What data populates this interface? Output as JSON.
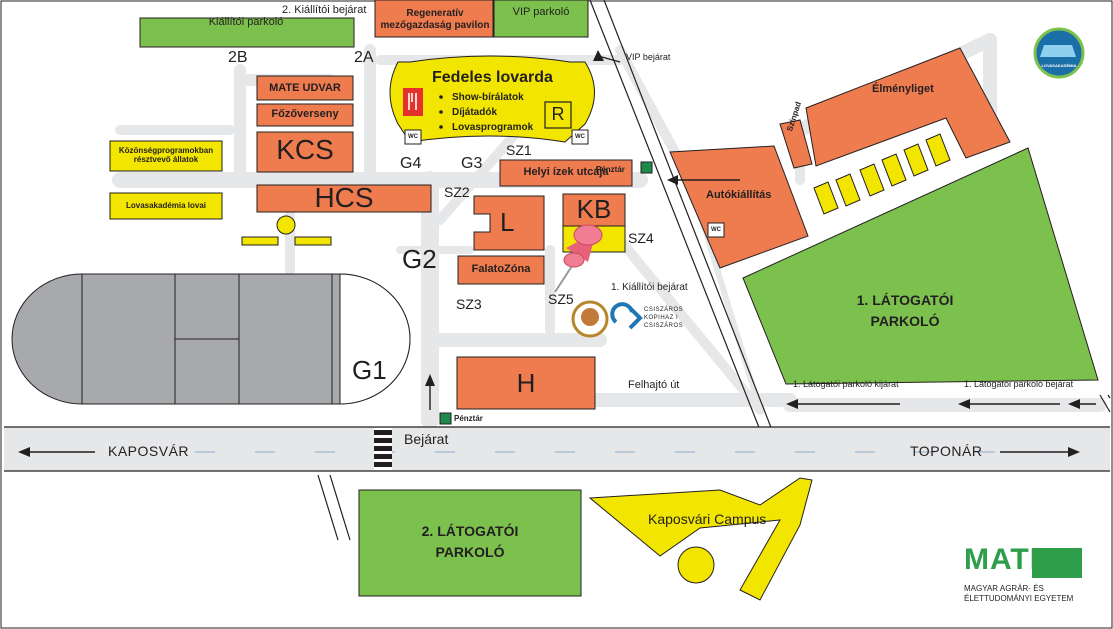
{
  "colors": {
    "orange": "#ee7c4e",
    "yellow": "#f2e500",
    "green": "#7cc04e",
    "gray": "#a7a9ac",
    "road": "#e6e7e8",
    "stroke": "#231f20",
    "pay": "#1e8a4a",
    "mate_green": "#2f9e4b"
  },
  "labels": {
    "kiallitoi_parkolo": "Kiállítói parkoló",
    "entrance2": "2. Kiállítói bejárat",
    "regen": "Regeneratív mezőgazdaság pavilon",
    "vip_parkolo": "VIP parkoló",
    "vip_bejarat": "VIP bejárat",
    "g2b": "2B",
    "g2a": "2A",
    "mate_udvar": "MATE UDVAR",
    "fozoverseny": "Főzőverseny",
    "kcs": "KCS",
    "hcs": "HCS",
    "kozonseg": "Közönségprogramokban résztvevő állatok",
    "lovak": "Lovasakadémia lovai",
    "fedeles": "Fedeles lovarda",
    "prog1": "Show-bírálatok",
    "prog2": "Díjátadók",
    "prog3": "Lovasprogramok",
    "r": "R",
    "wc": "WC",
    "g3": "G3",
    "g4": "G4",
    "sz1": "SZ1",
    "sz2": "SZ2",
    "sz3": "SZ3",
    "sz4": "SZ4",
    "sz5": "SZ5",
    "g1": "G1",
    "g2": "G2",
    "helyi": "Helyi ízek utcája",
    "l": "L",
    "kb": "KB",
    "falatozona": "FalatoZóna",
    "entrance1": "1. Kiállítói bejárat",
    "h": "H",
    "felhajto": "Felhajtó út",
    "penztar": "Pénztár",
    "bejarat": "Bejárat",
    "kaposvar": "KAPOSVÁR",
    "toponar": "TOPONÁR",
    "elmenyliget": "Élményliget",
    "szinpad": "Színpad",
    "autokiallitas": "Autókiállítás",
    "parking1": "1. LÁTOGATÓI PARKOLÓ",
    "parking1_exit": "1. Látogatói parkoló kijárat",
    "parking1_entry": "1. Látogatói parkoló bejárat",
    "parking2": "2. LÁTOGATÓI PARKOLÓ",
    "campus": "Kaposvári Campus",
    "mate_logo": "MATE",
    "mate_sub": "MAGYAR AGRÁR- ÉS ÉLETTUDOMÁNYI EGYETEM",
    "lovasakademia": "LOVASAKADÉMIA",
    "kk_logo": "CSISZÁROS KOPIHAZ I CSISZÁROS"
  }
}
